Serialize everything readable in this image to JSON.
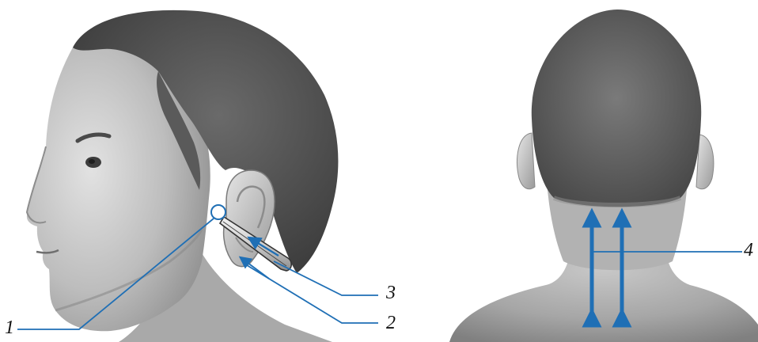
{
  "callouts": {
    "one": "1",
    "two": "2",
    "three": "3",
    "four": "4"
  },
  "colors": {
    "accent": "#1f6fb5",
    "skin_light": "#d6d6d6",
    "skin_mid": "#b3b3b3",
    "skin_dark": "#7d7d7d",
    "hair": "#4a4a4a"
  },
  "icons": {
    "point_marker": "circle-icon",
    "applicator": "applicator-icon",
    "movement": "double-arrow-icon"
  }
}
